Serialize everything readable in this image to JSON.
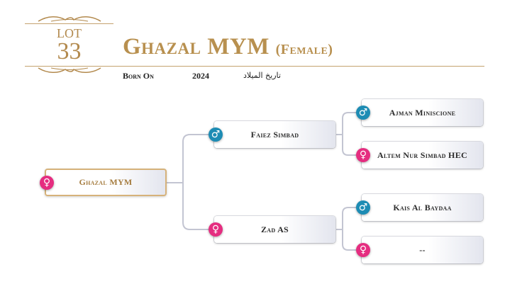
{
  "lot": {
    "label": "LOT",
    "number": "33"
  },
  "horse": {
    "name": "Ghazal MYM",
    "sex": "(Female)"
  },
  "born": {
    "label": "Born On",
    "year": "2024",
    "arabic_label": "تاريخ الميلاد"
  },
  "pedigree": {
    "root": {
      "name": "Ghazal MYM",
      "sex": "female"
    },
    "sire": {
      "name": "Faiez Simbad",
      "sex": "male"
    },
    "dam": {
      "name": "Zad AS",
      "sex": "female"
    },
    "sire_sire": {
      "name": "Ajman Miniscione",
      "sex": "male"
    },
    "sire_dam": {
      "name": "Altem Nur Simbad HEC",
      "sex": "female"
    },
    "dam_sire": {
      "name": "Kais Al Baydaa",
      "sex": "male"
    },
    "dam_dam": {
      "name": "--",
      "sex": "female"
    }
  },
  "colors": {
    "gold": "#b38a4e",
    "male": "#1d8cb4",
    "female": "#e52d80"
  }
}
